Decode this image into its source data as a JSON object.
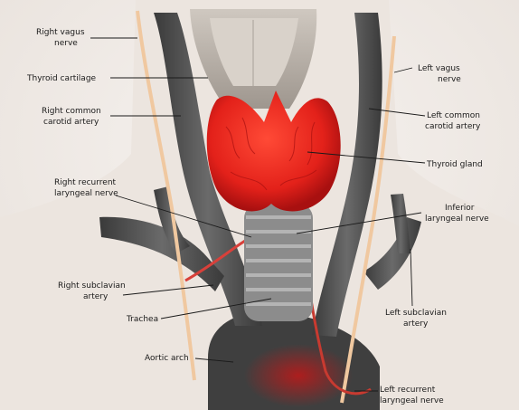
{
  "labels": {
    "right_vagus_1": "Right vagus",
    "right_vagus_2": "nerve",
    "thyroid_cartilage": "Thyroid cartilage",
    "right_common_1": "Right common",
    "right_common_2": "carotid artery",
    "right_recurrent_1": "Right recurrent",
    "right_recurrent_2": "laryngeal nerve",
    "right_subclavian_1": "Right subclavian",
    "right_subclavian_2": "artery",
    "trachea": "Trachea",
    "aortic_arch": "Aortic arch",
    "left_vagus_1": "Left vagus",
    "left_vagus_2": "nerve",
    "left_common_1": "Left common",
    "left_common_2": "carotid artery",
    "thyroid_gland": "Thyroid gland",
    "inferior_1": "Inferior",
    "inferior_2": "laryngeal nerve",
    "left_subclavian_1": "Left subclavian",
    "left_subclavian_2": "artery",
    "left_recurrent_1": "Left recurrent",
    "left_recurrent_2": "laryngeal nerve"
  },
  "colors": {
    "background": "#f4f1ee",
    "skin": "#efe8e2",
    "vessel": "#4a4a4a",
    "vessel_highlight": "#6e6e6e",
    "nerve": "#f0c8a0",
    "thyroid": "#e3211a",
    "thyroid_dark": "#a81010",
    "cartilage": "#b8b0a8",
    "trachea": "#8c8c8c"
  }
}
